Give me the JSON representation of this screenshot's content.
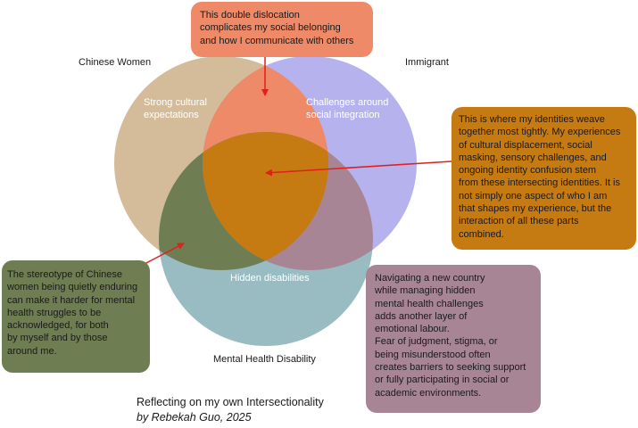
{
  "sets": {
    "chinese_women": "Chinese Women",
    "immigrant": "Immigrant",
    "mental_health_disability": "Mental Health Disability"
  },
  "circle_labels": {
    "chinese_women": "Strong cultural\nexpectations",
    "immigrant": "Challenges around\nsocial integration",
    "mental_health": "Hidden disabilities"
  },
  "callouts": {
    "top": "This double dislocation\ncomplicates my social belonging\nand how I communicate with others",
    "right": "This is where my identities weave\ntogether most tightly. My experiences\nof cultural displacement, social\nmasking, sensory challenges, and\nongoing identity confusion stem\nfrom these intersecting identities. It is\nnot simply one aspect of who I am\nthat shapes my experience, but the\ninteraction of all these parts\ncombined.",
    "left": "The stereotype of Chinese\nwomen being quietly enduring\ncan make it harder for mental\nhealth struggles to be\nacknowledged, for both\nby myself and by those\naround me.",
    "bottom": "Navigating a new country\nwhile managing hidden\nmental health challenges\nadds another layer of\nemotional labour.\nFear of judgment, stigma, or\nbeing misunderstood often\ncreates barriers to seeking support\nor fully participating in social or\nacademic environments."
  },
  "caption": {
    "title": "Reflecting on my own Intersectionality",
    "byline": "by Rebekah Guo, 2025"
  },
  "colors": {
    "chinese_women": "#d4bc9a",
    "immigrant": "#b5b2ee",
    "mental_health": "#98bcc2",
    "cw_im": "#ee8a68",
    "cw_mh": "#6f7d52",
    "im_mh": "#a88595",
    "center": "#c67a12",
    "arrow": "#e0201a"
  }
}
